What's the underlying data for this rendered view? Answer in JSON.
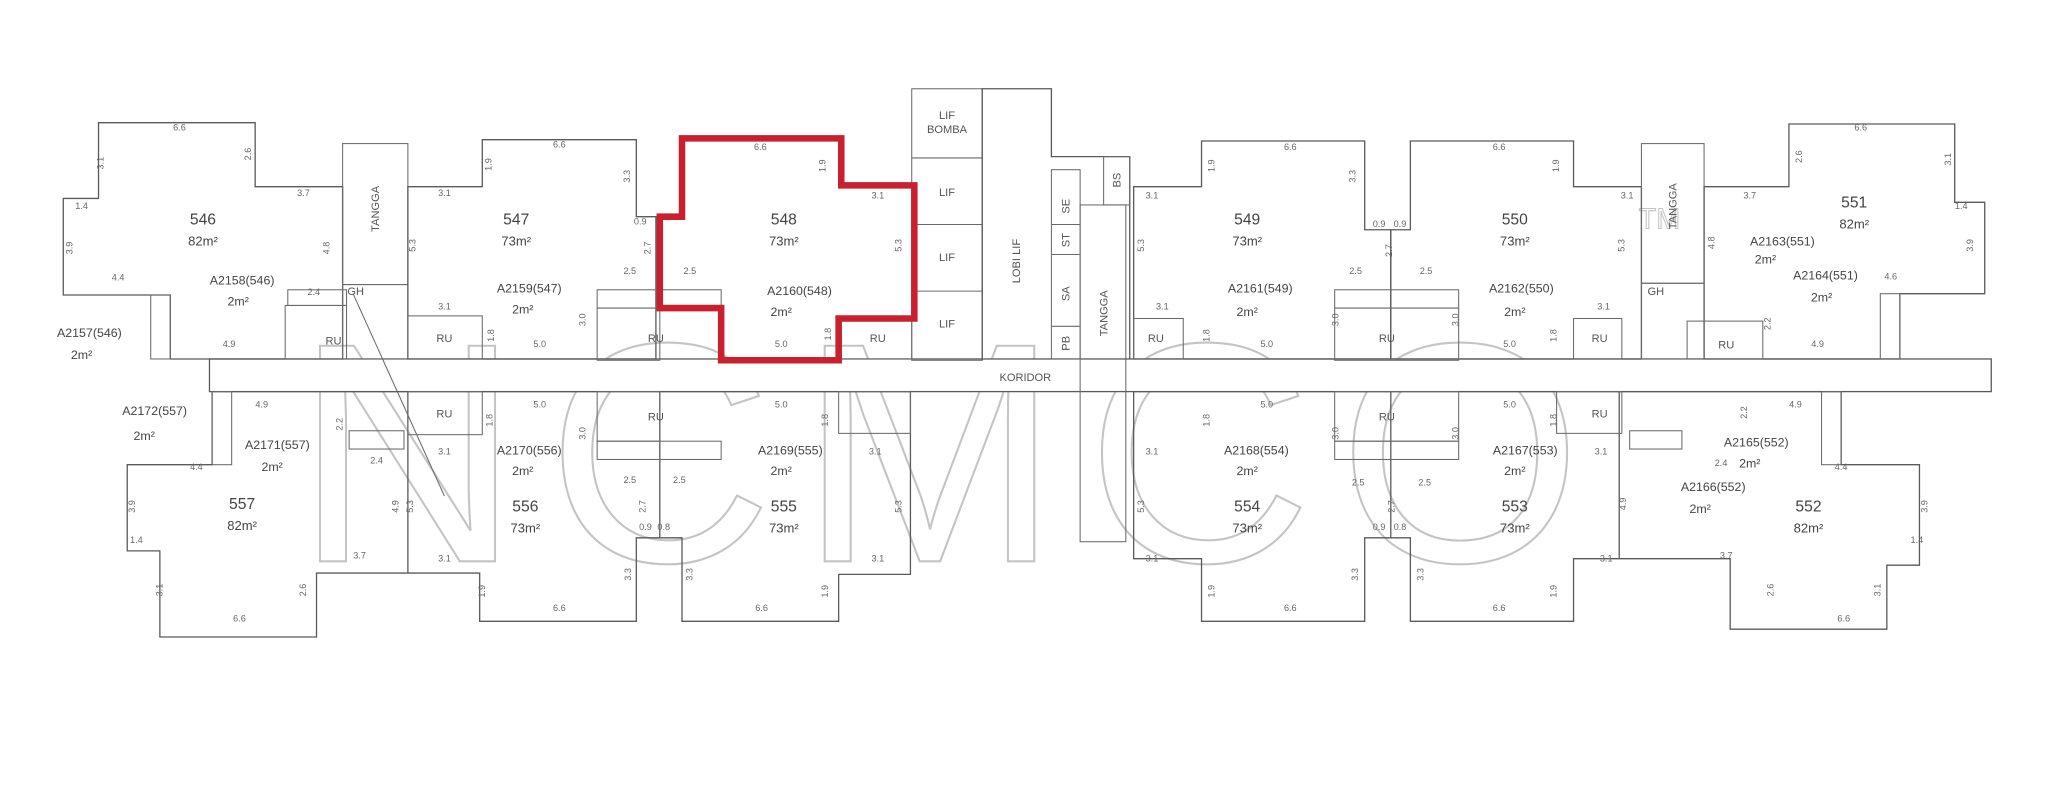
{
  "highlight": {
    "unit": "548",
    "color": "#c8202e"
  },
  "units": [
    {
      "number": "546",
      "area": "82m²"
    },
    {
      "number": "547",
      "area": "73m²"
    },
    {
      "number": "548",
      "area": "73m²"
    },
    {
      "number": "549",
      "area": "73m²"
    },
    {
      "number": "550",
      "area": "73m²"
    },
    {
      "number": "551",
      "area": "82m²"
    },
    {
      "number": "557",
      "area": "82m²"
    },
    {
      "number": "556",
      "area": "73m²"
    },
    {
      "number": "555",
      "area": "73m²"
    },
    {
      "number": "554",
      "area": "73m²"
    },
    {
      "number": "553",
      "area": "73m²"
    },
    {
      "number": "552",
      "area": "82m²"
    }
  ],
  "annexes": [
    {
      "label": "A2158(546)",
      "area": "2m²"
    },
    {
      "label": "A2157(546)",
      "area": "2m²"
    },
    {
      "label": "A2159(547)",
      "area": "2m²"
    },
    {
      "label": "A2160(548)",
      "area": "2m²"
    },
    {
      "label": "A2161(549)",
      "area": "2m²"
    },
    {
      "label": "A2162(550)",
      "area": "2m²"
    },
    {
      "label": "A2163(551)",
      "area": "2m²"
    },
    {
      "label": "A2164(551)",
      "area": "2m²"
    },
    {
      "label": "A2172(557)",
      "area": "2m²"
    },
    {
      "label": "A2171(557)",
      "area": "2m²"
    },
    {
      "label": "A2170(556)",
      "area": "2m²"
    },
    {
      "label": "A2169(555)",
      "area": "2m²"
    },
    {
      "label": "A2168(554)",
      "area": "2m²"
    },
    {
      "label": "A2167(553)",
      "area": "2m²"
    },
    {
      "label": "A2165(552)",
      "area": "2m²"
    },
    {
      "label": "A2166(552)",
      "area": "2m²"
    }
  ],
  "rooms": {
    "ru": "RU",
    "lif": "LIF",
    "lif_bomba_1": "LIF",
    "lif_bomba_2": "BOMBA",
    "lobi_lif": "LOBI LIF",
    "tangga": "TANGGA",
    "bs": "BS",
    "se": "SE",
    "st": "ST",
    "sa": "SA",
    "pb": "PB",
    "gh": "GH",
    "koridor": "KORIDOR"
  },
  "dimensions": [
    "6.6",
    "3.1",
    "2.6",
    "1.4",
    "3.9",
    "4.4",
    "3.7",
    "4.8",
    "2.4",
    "4.9",
    "6.6",
    "1.9",
    "3.3",
    "3.1",
    "5.3",
    "3.1",
    "1.8",
    "5.0",
    "0.9",
    "2.7",
    "2.5",
    "2.5",
    "6.6",
    "1.9",
    "3.1",
    "5.3",
    "5.0",
    "1.8",
    "3.0",
    "6.6",
    "1.9",
    "3.3",
    "3.1",
    "5.3",
    "3.1",
    "1.8",
    "5.0",
    "0.9",
    "0.9",
    "2.7",
    "2.5",
    "2.5",
    "6.6",
    "1.9",
    "3.1",
    "5.3",
    "3.1",
    "1.8",
    "5.0",
    "3.0",
    "3.0",
    "6.6",
    "2.6",
    "3.1",
    "3.7",
    "1.4",
    "3.9",
    "4.6",
    "4.8",
    "2.2",
    "4.9",
    "4.9",
    "4.4",
    "3.9",
    "1.4",
    "3.1",
    "6.6",
    "2.6",
    "3.7",
    "3.1",
    "1.9",
    "6.6",
    "3.3",
    "2.2",
    "2.4",
    "4.9",
    "5.3",
    "1.8",
    "5.0",
    "3.1",
    "3.0",
    "2.5",
    "2.5",
    "2.7",
    "0.9",
    "0.8",
    "5.0",
    "1.8",
    "3.1",
    "5.3",
    "3.1",
    "1.9",
    "6.6",
    "3.3",
    "5.0",
    "1.8",
    "3.1",
    "5.3",
    "3.1",
    "1.9",
    "6.6",
    "3.3",
    "2.5",
    "2.5",
    "2.7",
    "0.9",
    "0.8",
    "5.0",
    "1.8",
    "3.1",
    "3.3",
    "6.6",
    "1.9",
    "3.1",
    "4.9",
    "2.2",
    "2.4",
    "4.4",
    "3.9",
    "1.4",
    "3.1",
    "6.6",
    "2.6",
    "3.7",
    "4.9",
    "3.0",
    "3.0"
  ],
  "watermark": "NCMCO",
  "watermark_mark": "TM"
}
